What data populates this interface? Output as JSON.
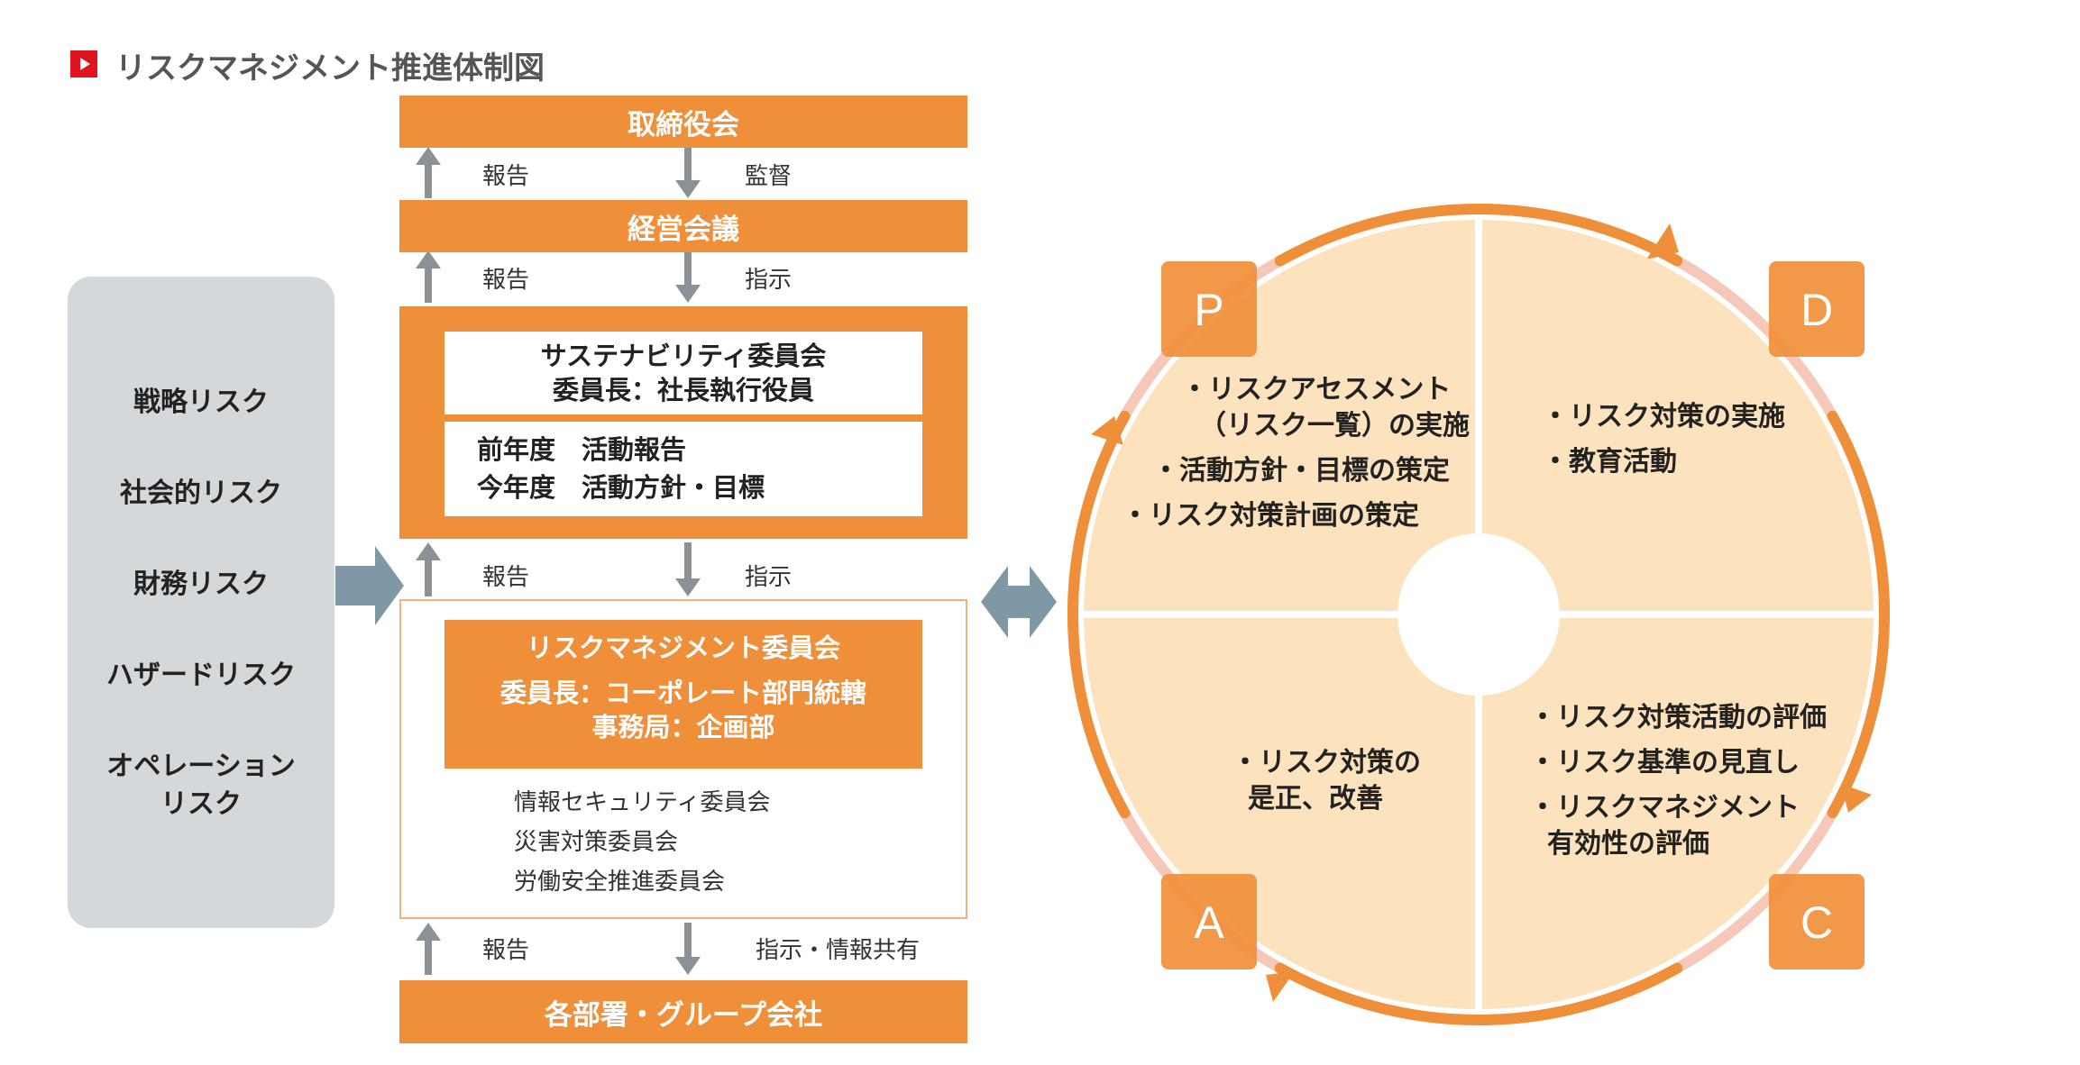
{
  "page_title": "リスクマネジメント推進体制図",
  "risk_categories": [
    "戦略リスク",
    "社会的リスク",
    "財務リスク",
    "ハザードリスク",
    "オペレーション",
    "リスク"
  ],
  "board": "取締役会",
  "management_meeting": "経営会議",
  "flows": {
    "board_up": "報告",
    "board_down": "監督",
    "mgmt_up": "報告",
    "mgmt_down": "指示",
    "sus_up": "報告",
    "sus_down": "指示",
    "dept_up": "報告",
    "dept_down": "指示・情報共有"
  },
  "sustainability_committee": {
    "name": "サステナビリティ委員会",
    "chair": "委員長：社長執行役員",
    "line1": "前年度　活動報告",
    "line2": "今年度　活動方針・目標"
  },
  "risk_committee": {
    "name": "リスクマネジメント委員会",
    "chair": "委員長：コーポレート部門統轄",
    "secretariat": "事務局：企画部",
    "subcommittees": [
      "情報セキュリティ委員会",
      "災害対策委員会",
      "労働安全推進委員会"
    ]
  },
  "departments": "各部署・グループ会社",
  "pdca": {
    "colors": {
      "ring": "#f08f3a",
      "ring_light": "#f6c8b8",
      "quadrant": "#fde3bd",
      "badge": "#f08f3a"
    },
    "p": {
      "badge": "P",
      "items": [
        "・リスクアセスメント",
        "（リスク一覧）の実施",
        "・活動方針・目標の策定",
        "・リスク対策計画の策定"
      ]
    },
    "d": {
      "badge": "D",
      "items": [
        "・リスク対策の実施",
        "・教育活動"
      ]
    },
    "c": {
      "badge": "C",
      "items": [
        "・リスク対策活動の評価",
        "・リスク基準の見直し",
        "・リスクマネジメント",
        "有効性の評価"
      ]
    },
    "a": {
      "badge": "A",
      "items": [
        "・リスク対策の",
        "是正、改善"
      ]
    }
  }
}
